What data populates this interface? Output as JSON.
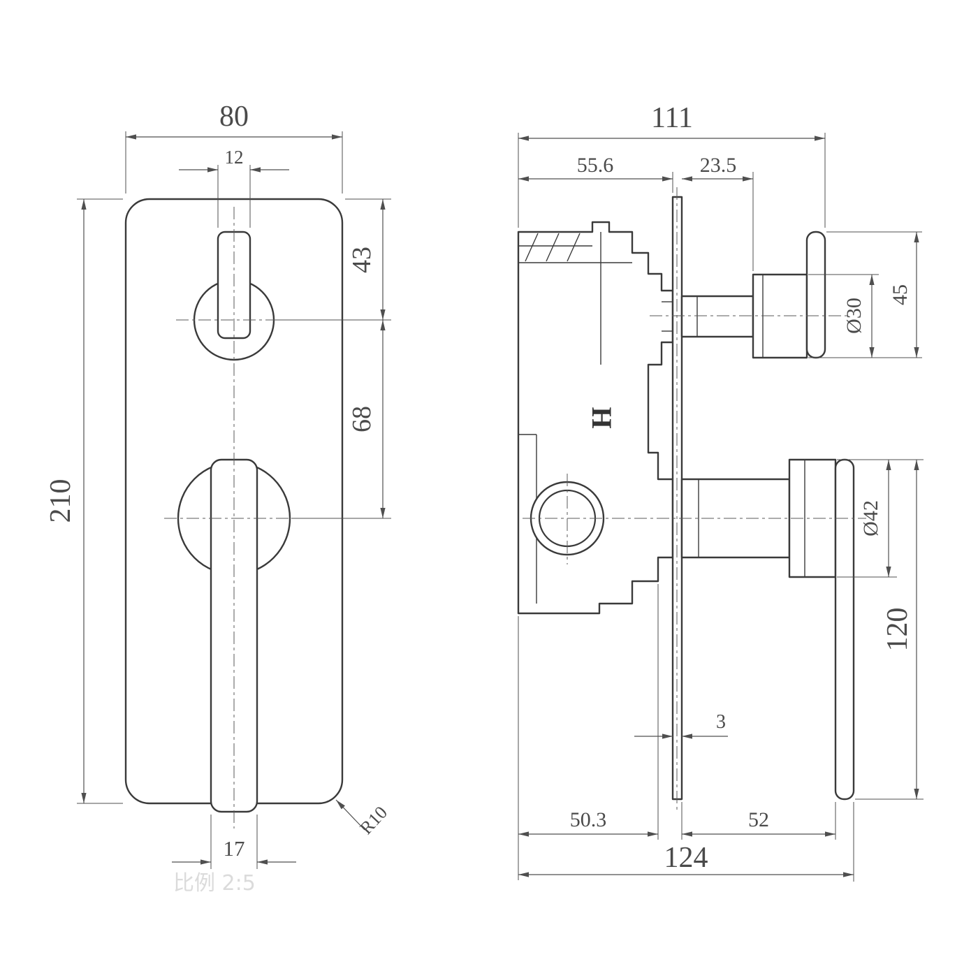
{
  "drawing": {
    "front_view": {
      "overall_width": "80",
      "top_lever_width": "12",
      "top_to_upper_knob_center": "43",
      "knob_center_spacing": "68",
      "overall_height": "210",
      "bottom_lever_width": "17",
      "corner_radius": "R10"
    },
    "side_view": {
      "overall_width": "111",
      "body_depth": "55.6",
      "plate_to_knob_face": "23.5",
      "upper_handle_length": "45",
      "upper_knob_diameter": "Ø30",
      "lower_knob_diameter": "Ø42",
      "lower_handle_length": "120",
      "plate_thickness": "3",
      "body_rear_depth": "50.3",
      "plate_to_handle": "52",
      "overall_depth": "124",
      "body_marking": "H"
    },
    "watermark": "比例 2:5"
  },
  "colors": {
    "line": "#3a3a3a",
    "dim_line": "#4f4f4f",
    "text": "#4a4a4a",
    "background": "#ffffff"
  }
}
